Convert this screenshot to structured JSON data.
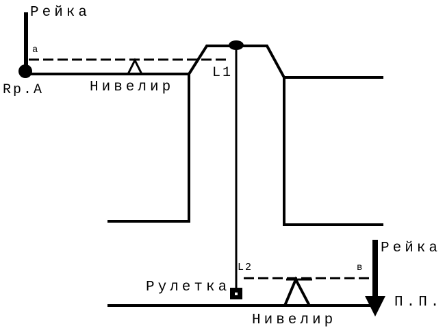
{
  "labels": {
    "staff_top": "Рейка",
    "reading_a": "а",
    "benchmark": "Rр.А",
    "level_top": "Нивелир",
    "length_1": "L1",
    "staff_bottom": "Рейка",
    "length_2": "L2",
    "reading_b": "в",
    "tape": "Рулетка",
    "point": "П.П.",
    "level_bottom": "Нивелир"
  }
}
